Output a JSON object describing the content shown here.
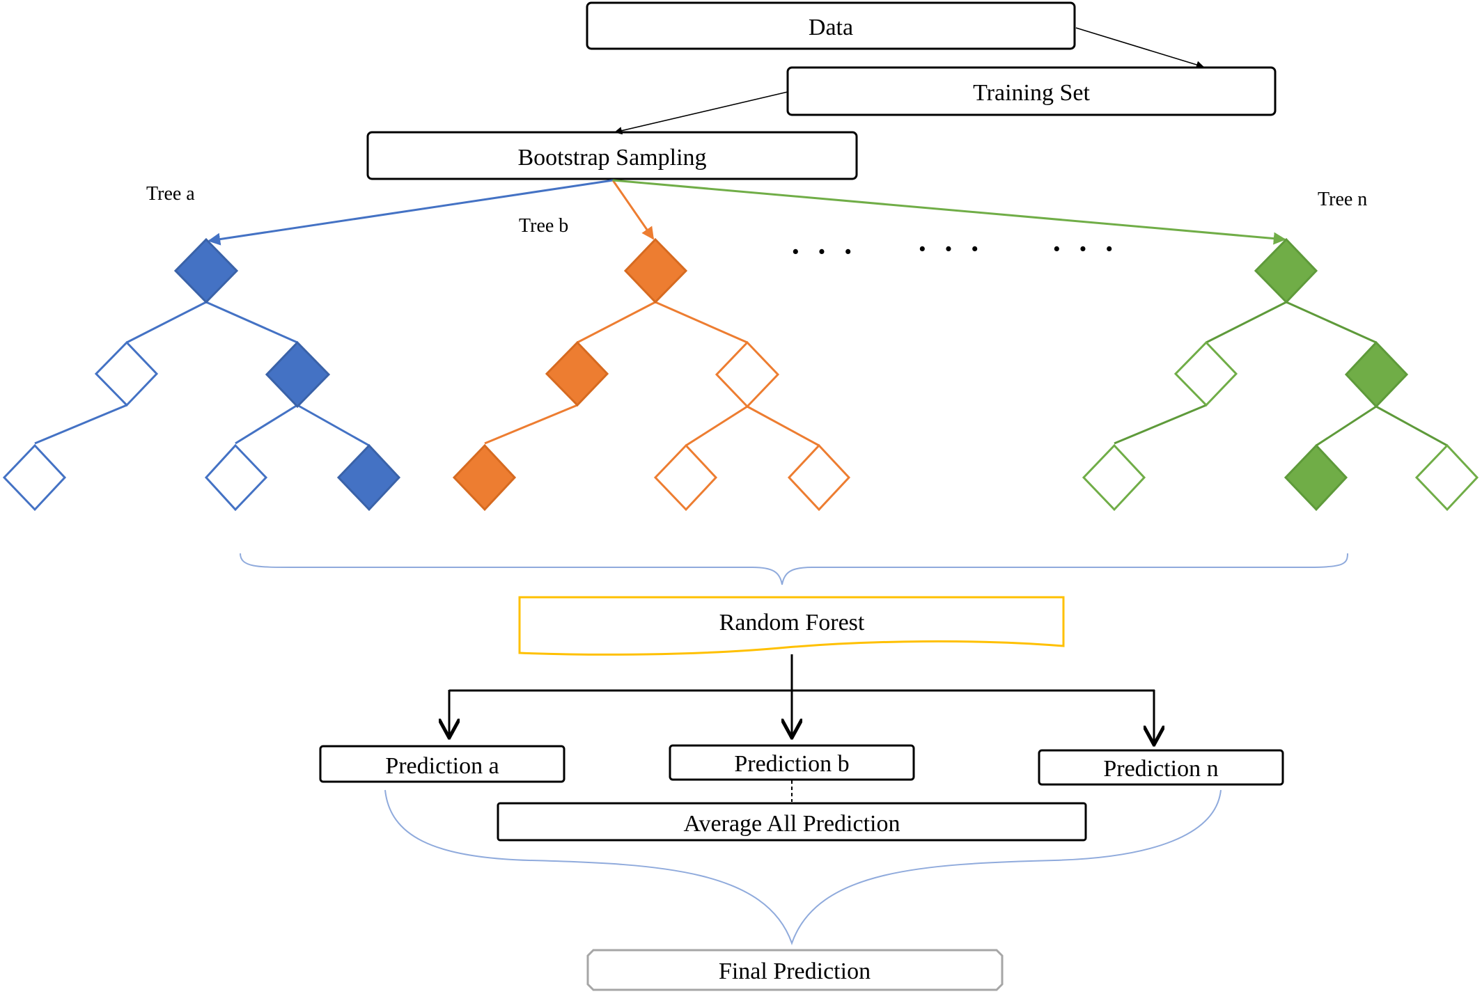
{
  "nodes": {
    "data": "Data",
    "training_set": "Training Set",
    "bootstrap": "Bootstrap Sampling",
    "random_forest": "Random Forest",
    "prediction_a": "Prediction a",
    "prediction_b": "Prediction b",
    "prediction_n": "Prediction n",
    "average": "Average All Prediction",
    "final": "Final Prediction"
  },
  "trees": [
    {
      "label": "Tree a",
      "color": "#4472C4",
      "dark": "#4472C4"
    },
    {
      "label": "Tree b",
      "color": "#ED7D31",
      "dark": "#ED7D31"
    },
    {
      "label": "Tree n",
      "color": "#70AD47",
      "dark": "#5E9A3A"
    }
  ],
  "ellipsis": [
    "· · ·",
    "· · ·",
    "· · ·"
  ],
  "colors": {
    "box_border": "#000000",
    "random_forest_border": "#FFC000",
    "brace": "#8FAADC",
    "final_border": "#A6A6A6",
    "arrow": "#000000"
  }
}
